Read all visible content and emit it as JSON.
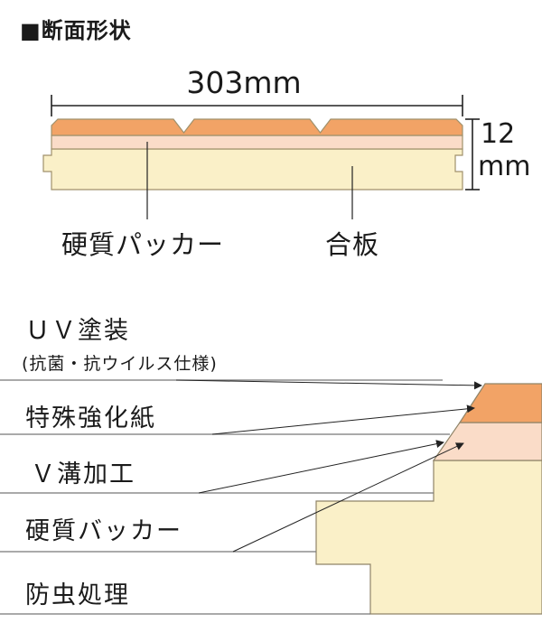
{
  "header": {
    "title": "■断面形状"
  },
  "section_diagram": {
    "width_dim": "303mm",
    "thickness_value": "12",
    "thickness_unit": "mm",
    "label_backer": "硬質パッカー",
    "label_plywood": "合板"
  },
  "layers": {
    "items": [
      {
        "label": "ＵＶ塗装",
        "note": "(抗菌・抗ウイルス仕様)"
      },
      {
        "label": "特殊強化紙"
      },
      {
        "label": "Ｖ溝加工"
      },
      {
        "label": "硬質バッカー"
      },
      {
        "label": "防虫処理"
      }
    ]
  },
  "colors": {
    "surface_orange": "#f2a366",
    "backer_pink": "#fadcc8",
    "plywood_cream": "#faf0c8",
    "outline": "#a0916c",
    "line": "#222222",
    "rule": "#777777"
  }
}
